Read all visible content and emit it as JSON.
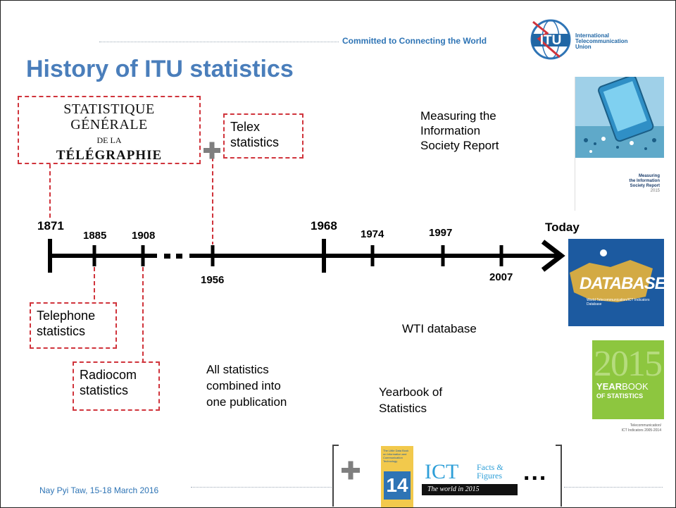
{
  "header": {
    "tagline": "Committed to Connecting the World",
    "itu_logo_text": "ITU",
    "itu_org_line1": "International",
    "itu_org_line2": "Telecommunication",
    "itu_org_line3": "Union"
  },
  "title": "History of ITU statistics",
  "timeline": {
    "years_top": [
      "1871",
      "1885",
      "1908",
      "1968",
      "1974",
      "1997"
    ],
    "years_bottom": [
      "1956",
      "2007"
    ],
    "today": "Today"
  },
  "boxes": {
    "statistique_line1": "STATISTIQUE GÉNÉRALE",
    "statistique_line2": "DE LA",
    "statistique_line3": "TÉLÉGRAPHIE",
    "telex_line1": "Telex",
    "telex_line2": "statistics",
    "telephone_line1": "Telephone",
    "telephone_line2": "statistics",
    "radiocom_line1": "Radiocom",
    "radiocom_line2": "statistics"
  },
  "labels": {
    "misr_line1": "Measuring the",
    "misr_line2": "Information",
    "misr_line3": "Society Report",
    "wti": "WTI database",
    "all_line1": "All statistics",
    "all_line2": "combined into",
    "all_line3": "one publication",
    "yb_line1": "Yearbook of",
    "yb_line2": "Statistics"
  },
  "covers": {
    "misr_line1": "Measuring",
    "misr_line2": "the Information",
    "misr_line3": "Society Report",
    "misr_year": "2015",
    "db_word": "DATABASE",
    "db_sub": "World Telecommunication/ICT Indicators Database",
    "yb_year": "2015",
    "yb_word1": "YEAR",
    "yb_word2": "BOOK",
    "yb_word3": "OF STATISTICS",
    "yb_sub1": "Telecommunication/",
    "yb_sub2": "ICT Indicators 2005-2014"
  },
  "bottom_strip": {
    "plus": "+",
    "little_book_number": "14",
    "little_book_title": "The Little Data Book on Information and Communication Technology",
    "ict_title": "ICT",
    "ict_sub1": "Facts &",
    "ict_sub2": "Figures",
    "ict_tagline": "The world in 2015",
    "ellipsis": "..."
  },
  "footer": "Nay Pyi Taw, 15-18 March 2016",
  "colors": {
    "accent_blue": "#4a7ebb",
    "dash_red": "#d0343c",
    "plus_gray": "#7f7f7f"
  }
}
